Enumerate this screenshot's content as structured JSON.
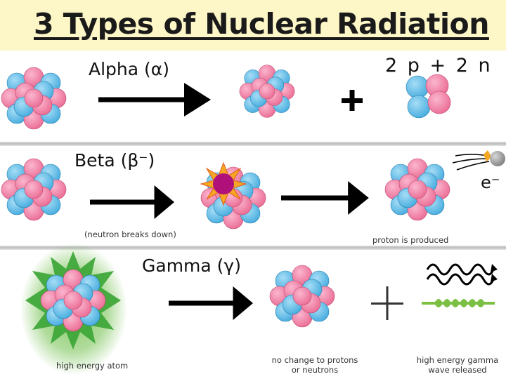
{
  "title": "3 Types of Nuclear Radiation",
  "alpha": {
    "label": "Alpha (α)",
    "emitted_label": "2 p + 2 n",
    "plus": "+"
  },
  "beta": {
    "label": "Beta (β⁻)",
    "electron_label": "e⁻",
    "caption_left": "(neutron breaks down)",
    "caption_right": "proton is produced"
  },
  "gamma": {
    "label": "Gamma (γ)",
    "plus": "+",
    "caption_atom": "high energy atom",
    "caption_middle_line1": "no change to protons",
    "caption_middle_line2": "or neutrons",
    "caption_wave_line1": "high energy gamma",
    "caption_wave_line2": "wave released"
  },
  "colors": {
    "proton": "#f07fa6",
    "neutron": "#5bbde8",
    "title_band": "#fdf6c6",
    "arrow": "#000000",
    "glow": "#6fbf4a",
    "spikes": "#3fa83a",
    "decay_core": "#b0107a",
    "burst": "#f5a623",
    "wave_green": "#7bc043"
  },
  "icons": [
    "nucleus-icon",
    "arrow-right-icon",
    "electron-icon",
    "gamma-wave-icon",
    "burst-icon"
  ]
}
